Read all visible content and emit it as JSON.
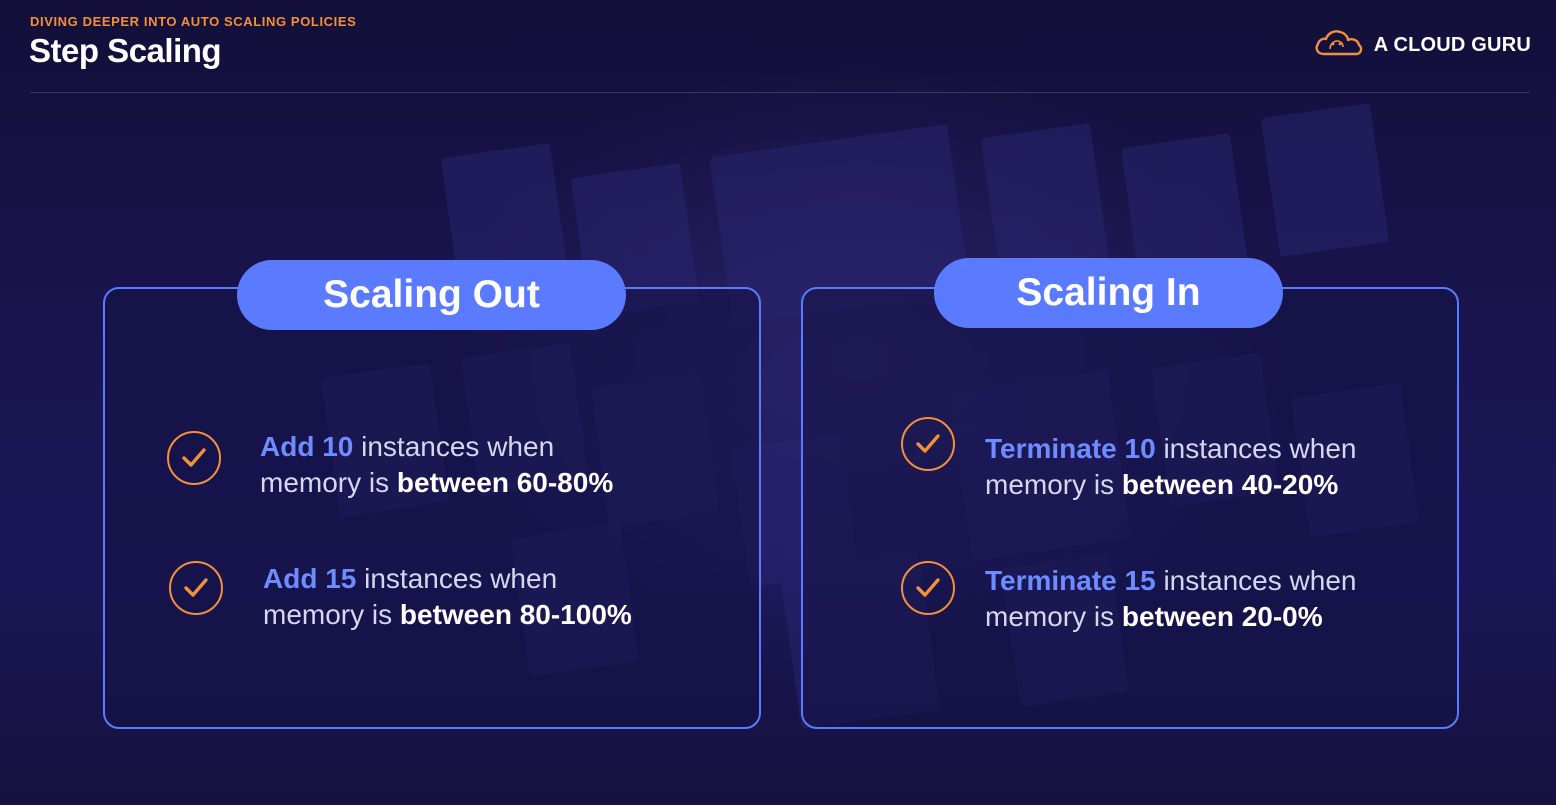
{
  "header": {
    "eyebrow": "DIVING DEEPER INTO AUTO SCALING POLICIES",
    "title": "Step Scaling"
  },
  "brand": {
    "name": "A CLOUD GURU",
    "logo_icon": "cloud-logo-icon",
    "logo_color": "#f3903a"
  },
  "colors": {
    "accent_blue": "#5a7bff",
    "accent_orange": "#f3903a",
    "background": "#15113f"
  },
  "panels": [
    {
      "title": "Scaling Out",
      "items": [
        {
          "icon": "checkmark-icon",
          "action": "Add 10",
          "middle": " instances when",
          "line2_prefix": "memory is ",
          "range": "between 60-80%"
        },
        {
          "icon": "checkmark-icon",
          "action": "Add 15",
          "middle": " instances when",
          "line2_prefix": "memory is ",
          "range": "between 80-100%"
        }
      ]
    },
    {
      "title": "Scaling In",
      "items": [
        {
          "icon": "checkmark-icon",
          "action": "Terminate 10",
          "middle": " instances when",
          "line2_prefix": "memory is ",
          "range": "between 40-20%"
        },
        {
          "icon": "checkmark-icon",
          "action": "Terminate 15",
          "middle": " instances when",
          "line2_prefix": "memory is ",
          "range": "between 20-0%"
        }
      ]
    }
  ]
}
